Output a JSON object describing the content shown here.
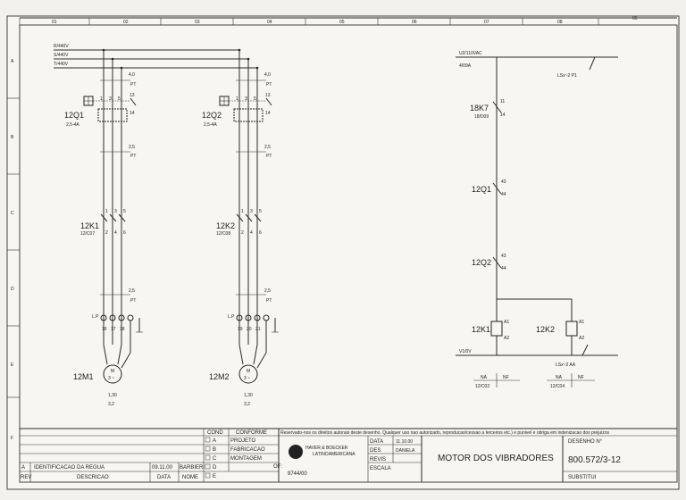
{
  "columns": [
    "01",
    "02",
    "03",
    "04",
    "05",
    "06",
    "07",
    "08",
    "09"
  ],
  "rows": [
    "A",
    "B",
    "C",
    "D",
    "E",
    "F"
  ],
  "bus": {
    "r": "R/440V",
    "s": "S/440V",
    "t": "T/440V"
  },
  "motor1": {
    "breaker": "12Q1",
    "breaker_range": "2,5-4A",
    "breaker_aux": "13",
    "breaker_aux2": "14",
    "contactor": "12K1",
    "contactor_ref": "12/C07",
    "terminals": [
      "16",
      "17",
      "18"
    ],
    "terminal_prefix": "L.P",
    "motor": "12M1",
    "rating1": "1,30",
    "rating2": "3,2",
    "sym": "3 ~",
    "m": "M",
    "w1": "4,0",
    "w1p": "PT",
    "w2": "2,5",
    "w2p": "PT",
    "w3": "2,5",
    "w3p": "PT",
    "contact_nums": [
      "1",
      "3",
      "5"
    ],
    "contact_nums2": [
      "2",
      "4",
      "6"
    ]
  },
  "motor2": {
    "breaker": "12Q2",
    "breaker_range": "2,5-4A",
    "breaker_aux": "13",
    "breaker_aux2": "14",
    "contactor": "12K2",
    "contactor_ref": "12/C08",
    "terminals": [
      "19",
      "20",
      "21"
    ],
    "terminal_prefix": "L.P",
    "motor": "12M2",
    "rating1": "1,30",
    "rating2": "3,2",
    "sym": "3 ~",
    "m": "M",
    "w1": "4,0",
    "w1p": "PT",
    "w2": "2,5",
    "w2p": "PT",
    "w3": "2,5",
    "w3p": "PT",
    "contact_nums": [
      "1",
      "3",
      "5"
    ],
    "contact_nums2": [
      "2",
      "4",
      "6"
    ]
  },
  "control": {
    "supply": "U2/110VAC",
    "supply_ref": "4/09A",
    "return": "V1/0V",
    "k7": "18K7",
    "k7_ref": "18/D09",
    "k7_n1": "11",
    "k7_n2": "14",
    "q1": "12Q1",
    "q1_n1": "43",
    "q1_n2": "44",
    "q2": "12Q2",
    "q2_n1": "43",
    "q2_n2": "44",
    "k1": "12K1",
    "k1_a1": "A1",
    "k1_a2": "A2",
    "k2": "12K2",
    "k2_a1": "A1",
    "k2_a2": "A2",
    "link1": "LSx~2 P1",
    "link2": "LSx~2 AA",
    "na": "NA",
    "nf": "NF",
    "ref1": "12/C02",
    "ref2": "12/C04"
  },
  "title_block": {
    "cond_hdr": "COND",
    "conforme_hdr": "CONFORME",
    "cond": [
      {
        "code": "A",
        "text": "PROJETO"
      },
      {
        "code": "B",
        "text": "FABRICACAO"
      },
      {
        "code": "C",
        "text": "MONTAGEM"
      },
      {
        "code": "D",
        "text": ""
      },
      {
        "code": "E",
        "text": ""
      }
    ],
    "rev_code": "A",
    "rev_desc": "IDENTIFICACAO DA REGUA",
    "rev_date": "09.11.00",
    "rev_name": "BARBIERI",
    "rev_hdr": "REV",
    "desc_hdr": "DESCRICAO",
    "data_hdr": "DATA",
    "nome_hdr": "NOME",
    "of_label": "OF:",
    "of_value": "9744/00",
    "notice": "Reservado-nos os direitos autorais deste desenho. Qualquer uso nao autorizado, reproducao/cessao a terceiros etc.) e punivel e obriga em indenizacao dos prejuizos",
    "company": "HAVER & BOECKER",
    "company_sub": "LATINOAMERICANA",
    "data_label": "DATA",
    "data_value": "11.10.00",
    "des_label": "DES",
    "des_value": "DANIELA",
    "revis_label": "REVIS",
    "escala_label": "ESCALA",
    "title": "MOTOR DOS VIBRADORES",
    "desenho_label": "DESENHO N°",
    "desenho_value": "800.572/3-12",
    "substitui_label": "SUBSTITUI"
  }
}
